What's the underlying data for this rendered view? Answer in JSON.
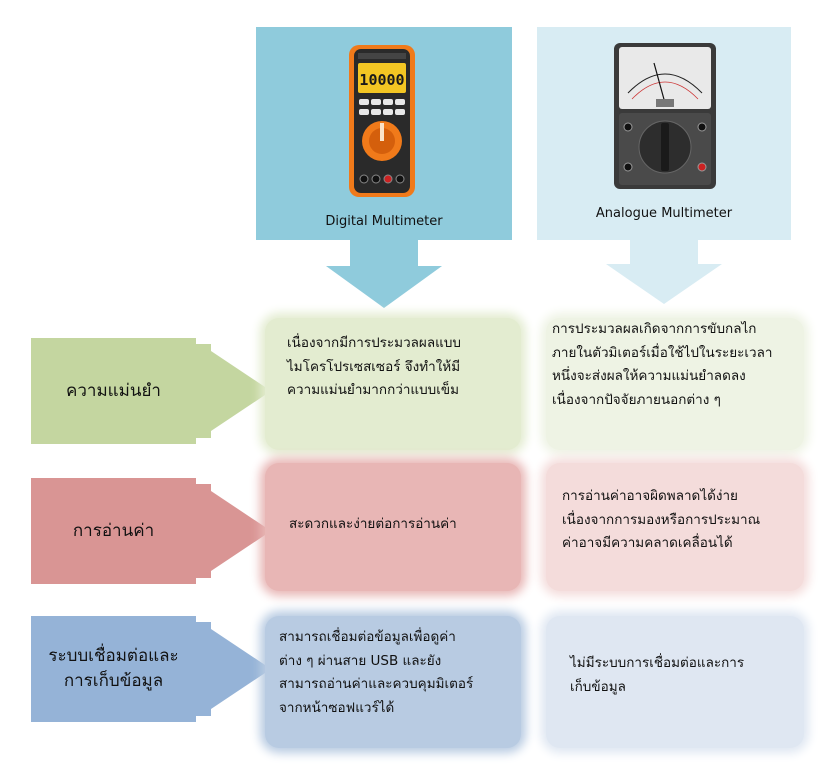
{
  "header": {
    "digital_label": "Digital  Multimeter",
    "analog_label": "Analogue Multimeter",
    "digital_display": "10000",
    "colors": {
      "digital_bg": "#8fcbdc",
      "analog_bg": "#d8ecf3"
    }
  },
  "rows": [
    {
      "label": "ความแม่นยำ",
      "arrow_color": "#c4d6a0",
      "digital_text": "เนื่องจากมีการประมวลผลแบบไมโครโปรเซสเซอร์ จึงทำให้มีความแม่นยำมากกว่าแบบเข็ม",
      "analog_text": "การประมวลผลเกิดจากการขับกลไกภายในตัวมิเตอร์เมื่อใช้ไปในระยะเวลาหนึ่งจะส่งผลให้ความแม่นยำลดลงเนื่องจากปัจจัยภายนอกต่าง ๆ"
    },
    {
      "label": "การอ่านค่า",
      "arrow_color": "#d99594",
      "digital_text": "สะดวกและง่ายต่อการอ่านค่า",
      "analog_text": "การอ่านค่าอาจผิดพลาดได้ง่าย เนื่องจากการมองหรือการประมาณค่าอาจมีความคลาดเคลื่อนได้"
    },
    {
      "label": "ระบบเชื่อมต่อและการเก็บข้อมูล",
      "arrow_color": "#95b3d7",
      "digital_text": "สามารถเชื่อมต่อข้อมูลเพื่อดูค่าต่าง ๆ ผ่านสาย USB และยังสามารถอ่านค่าและควบคุมมิเตอร์จากหน้าซอฟแวร์ได้",
      "analog_text": "ไม่มีระบบการเชื่อมต่อและการเก็บข้อมูล"
    }
  ],
  "row_lines": {
    "r0_label": [
      "ความแม่นยำ"
    ],
    "r1_label": [
      "การอ่านค่า"
    ],
    "r2_label": [
      "ระบบเชื่อมต่อและ",
      "การเก็บข้อมูล"
    ],
    "r0_digital": [
      "เนื่องจากมีการประมวลผลแบบ",
      "ไมโครโปรเซสเซอร์ จึงทำให้มี",
      "ความแม่นยำมากกว่าแบบเข็ม"
    ],
    "r0_analog": [
      "การประมวลผลเกิดจากการขับกลไก",
      "ภายในตัวมิเตอร์เมื่อใช้ไปในระยะเวลา",
      "หนึ่งจะส่งผลให้ความแม่นยำลดลง",
      "เนื่องจากปัจจัยภายนอกต่าง ๆ"
    ],
    "r1_digital": [
      "สะดวกและง่ายต่อการอ่านค่า"
    ],
    "r1_analog": [
      "การอ่านค่าอาจผิดพลาดได้ง่าย",
      "เนื่องจากการมองหรือการประมาณ",
      "ค่าอาจมีความคลาดเคลื่อนได้"
    ],
    "r2_digital": [
      "สามารถเชื่อมต่อข้อมูลเพื่อดูค่า",
      "ต่าง ๆ ผ่านสาย USB และยัง",
      "สามารถอ่านค่าและควบคุมมิเตอร์",
      "จากหน้าซอฟแวร์ได้"
    ],
    "r2_analog": [
      "ไม่มีระบบการเชื่อมต่อและการ",
      "เก็บข้อมูล"
    ]
  }
}
